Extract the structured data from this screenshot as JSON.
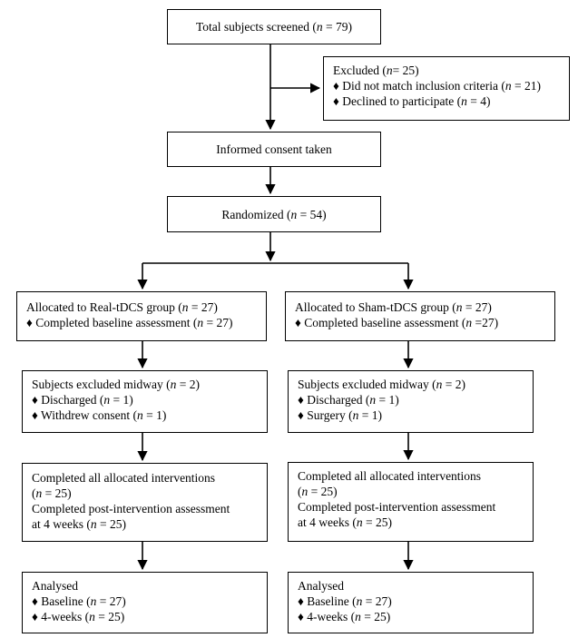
{
  "screened": {
    "pre": "Total subjects screened (",
    "n": "n",
    "post": " = 79)"
  },
  "excluded": {
    "title": {
      "pre": "Excluded (",
      "n": "n",
      "post": "= 25)"
    },
    "items": [
      {
        "bullet": "♦",
        "pre": " Did not match inclusion criteria (",
        "n": "n",
        "post": " = 21)"
      },
      {
        "bullet": "♦",
        "pre": " Declined to participate (",
        "n": "n",
        "post": " = 4)"
      }
    ]
  },
  "consent": "Informed consent taken",
  "randomized": {
    "pre": "Randomized (",
    "n": "n",
    "post": " = 54)"
  },
  "real": {
    "allocated": {
      "pre": "Allocated to Real-tDCS group (",
      "n": "n",
      "post": " = 27)"
    },
    "baseline": {
      "bullet": "♦",
      "pre": " Completed baseline assessment (",
      "n": "n",
      "post": " = 27)"
    },
    "midway": {
      "title": {
        "pre": "Subjects excluded midway (",
        "n": "n",
        "post": " = 2)"
      },
      "items": [
        {
          "bullet": "♦",
          "pre": " Discharged (",
          "n": "n",
          "post": " = 1)"
        },
        {
          "bullet": "♦",
          "pre": " Withdrew consent (",
          "n": "n",
          "post": " = 1)"
        }
      ]
    },
    "completed": {
      "l1": "Completed all allocated interventions",
      "l2": {
        "pre": "(",
        "n": "n",
        "post": " = 25)"
      },
      "l3": "Completed post-intervention assessment",
      "l4": {
        "pre": "at 4 weeks (",
        "n": "n",
        "post": " = 25)"
      }
    },
    "analysed": {
      "title": "Analysed",
      "items": [
        {
          "bullet": "♦",
          "pre": " Baseline (",
          "n": "n",
          "post": " = 27)"
        },
        {
          "bullet": "♦",
          "pre": " 4-weeks (",
          "n": "n",
          "post": " = 25)"
        }
      ]
    }
  },
  "sham": {
    "allocated": {
      "pre": "Allocated to Sham-tDCS group (",
      "n": "n",
      "post": " = 27)"
    },
    "baseline": {
      "bullet": "♦",
      "pre": " Completed baseline assessment (",
      "n": "n",
      "post": " =27)"
    },
    "midway": {
      "title": {
        "pre": "Subjects excluded midway (",
        "n": "n",
        "post": " = 2)"
      },
      "items": [
        {
          "bullet": "♦",
          "pre": " Discharged (",
          "n": "n",
          "post": " = 1)"
        },
        {
          "bullet": "♦",
          "pre": " Surgery (",
          "n": "n",
          "post": " = 1)"
        }
      ]
    },
    "completed": {
      "l1": "Completed all allocated interventions",
      "l2": {
        "pre": "(",
        "n": "n",
        "post": " = 25)"
      },
      "l3": "Completed post-intervention assessment",
      "l4": {
        "pre": "at 4 weeks (",
        "n": "n",
        "post": " = 25)"
      }
    },
    "analysed": {
      "title": "Analysed",
      "items": [
        {
          "bullet": "♦",
          "pre": " Baseline (",
          "n": "n",
          "post": " = 27)"
        },
        {
          "bullet": "♦",
          "pre": " 4-weeks (",
          "n": "n",
          "post": " = 25)"
        }
      ]
    }
  }
}
